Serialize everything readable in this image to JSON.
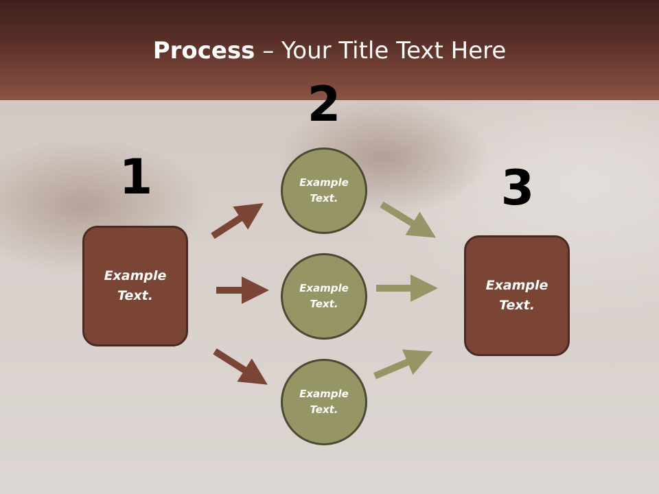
{
  "title": {
    "bold": "Process",
    "rest": " – Your Title Text Here"
  },
  "steps": [
    {
      "number": "1",
      "text": "Example\nText."
    },
    {
      "number": "2",
      "text": "Example\nText."
    },
    {
      "number": "3",
      "text": "Example\nText."
    }
  ],
  "circles": [
    {
      "text": "Example\nText."
    },
    {
      "text": "Example\nText."
    },
    {
      "text": "Example\nText."
    }
  ],
  "colors": {
    "header_dark": "#3e201b",
    "header_light": "#8c5446",
    "box_fill": "#7a4535",
    "circle_fill": "#969565",
    "arrow_brown": "#7a4535",
    "arrow_olive": "#969565"
  }
}
